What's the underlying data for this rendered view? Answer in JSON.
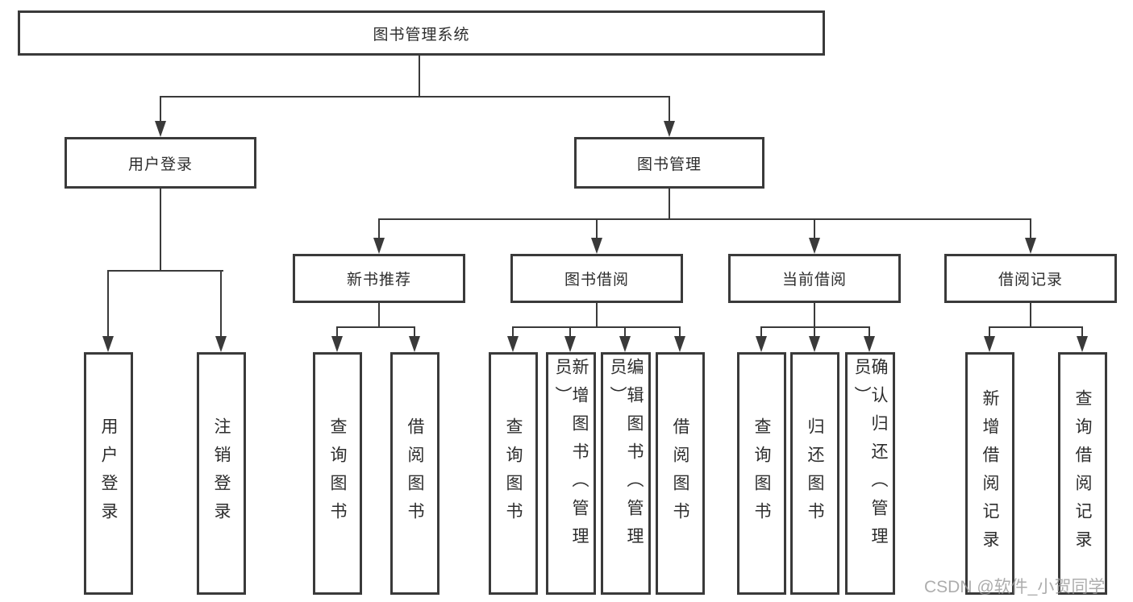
{
  "watermark": "CSDN @软件_小贺同学",
  "colors": {
    "line": "#3a3a3a",
    "text": "#2d2d2d",
    "background": "#ffffff",
    "watermark_gray": "#989898"
  },
  "tree": {
    "root": {
      "label": "图书管理系统"
    },
    "level2": [
      {
        "id": "user-login",
        "label": "用户登录"
      },
      {
        "id": "book-management",
        "label": "图书管理"
      }
    ],
    "level3": [
      {
        "id": "new-book-recommend",
        "label": "新书推荐"
      },
      {
        "id": "book-borrowing",
        "label": "图书借阅"
      },
      {
        "id": "current-borrowing",
        "label": "当前借阅"
      },
      {
        "id": "borrowing-records",
        "label": "借阅记录"
      }
    ],
    "level4": [
      {
        "id": "user-login-leaf",
        "label": "用户登录",
        "parent": "user-login"
      },
      {
        "id": "logout-leaf",
        "label": "注销登录",
        "parent": "user-login"
      },
      {
        "id": "query-books-recommend",
        "label": "查询图书",
        "parent": "new-book-recommend"
      },
      {
        "id": "borrow-books-recommend",
        "label": "借阅图书",
        "parent": "new-book-recommend"
      },
      {
        "id": "query-books-borrowing",
        "label": "查询图书",
        "parent": "book-borrowing"
      },
      {
        "id": "add-books-admin",
        "label": "新增图书（管理员）",
        "parent": "book-borrowing"
      },
      {
        "id": "edit-books-admin",
        "label": "编辑图书（管理员）",
        "parent": "book-borrowing"
      },
      {
        "id": "borrow-books-borrowing",
        "label": "借阅图书",
        "parent": "book-borrowing"
      },
      {
        "id": "query-books-current",
        "label": "查询图书",
        "parent": "current-borrowing"
      },
      {
        "id": "return-books",
        "label": "归还图书",
        "parent": "current-borrowing"
      },
      {
        "id": "confirm-return-admin",
        "label": "确认归还（管理员）",
        "parent": "current-borrowing"
      },
      {
        "id": "add-borrow-record",
        "label": "新增借阅记录",
        "parent": "borrowing-records"
      },
      {
        "id": "query-borrow-record",
        "label": "查询借阅记录",
        "parent": "borrowing-records"
      }
    ]
  }
}
